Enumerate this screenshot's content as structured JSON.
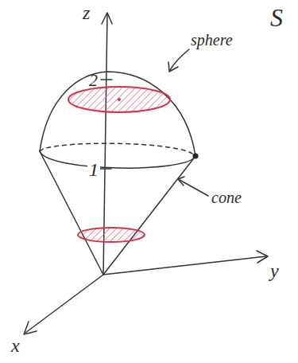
{
  "diagram": {
    "labels": [
      "z",
      "2",
      "1",
      "sphere",
      "cone",
      "y",
      "x",
      "S"
    ]
  }
}
